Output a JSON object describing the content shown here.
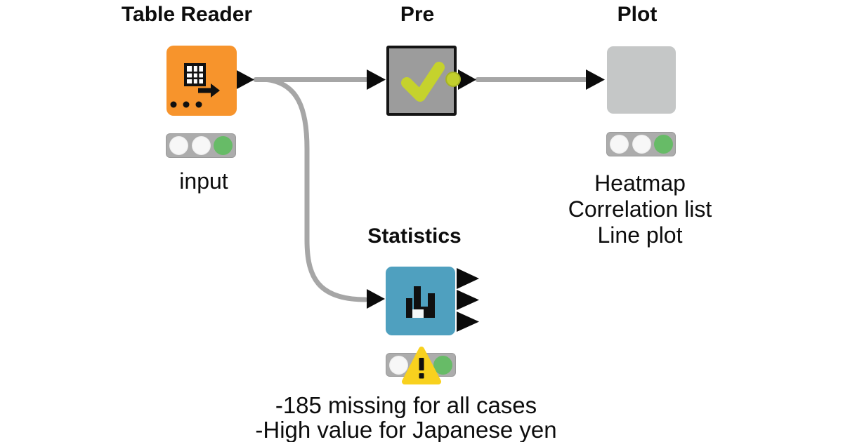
{
  "workflow": {
    "nodes": {
      "table_reader": {
        "title": "Table Reader",
        "label": "input",
        "icon": "table-reader-icon",
        "color": "#F7942C",
        "status": "executed"
      },
      "pre": {
        "title": "Pre",
        "icon": "checkmark-icon",
        "color": "#9C9C9C",
        "port_color": "#C2CF2D"
      },
      "plot": {
        "title": "Plot",
        "labels": [
          "Heatmap",
          "Correlation list",
          "Line plot"
        ],
        "color": "#C5C7C7",
        "status": "executed"
      },
      "statistics": {
        "title": "Statistics",
        "icon": "histogram-icon",
        "color": "#4FA0BF",
        "status": "warning"
      }
    },
    "annotation": {
      "line1": "-185 missing for all cases",
      "line2": "-High value for Japanese yen"
    },
    "colors": {
      "wire": "#A6A6A6",
      "port_black": "#0B0B0B",
      "status_bar": "#ACACAC",
      "status_green": "#67BB67",
      "status_off": "#F7F7F7",
      "warning_yellow": "#F8D11E",
      "check_green": "#C5D22D"
    },
    "icons": {
      "table_reader": "table-grid-with-arrow-and-dots",
      "pre": "green-checkmark",
      "statistics": "black-histogram-bars",
      "status": "traffic-light",
      "warning": "warning-triangle-exclamation"
    }
  }
}
